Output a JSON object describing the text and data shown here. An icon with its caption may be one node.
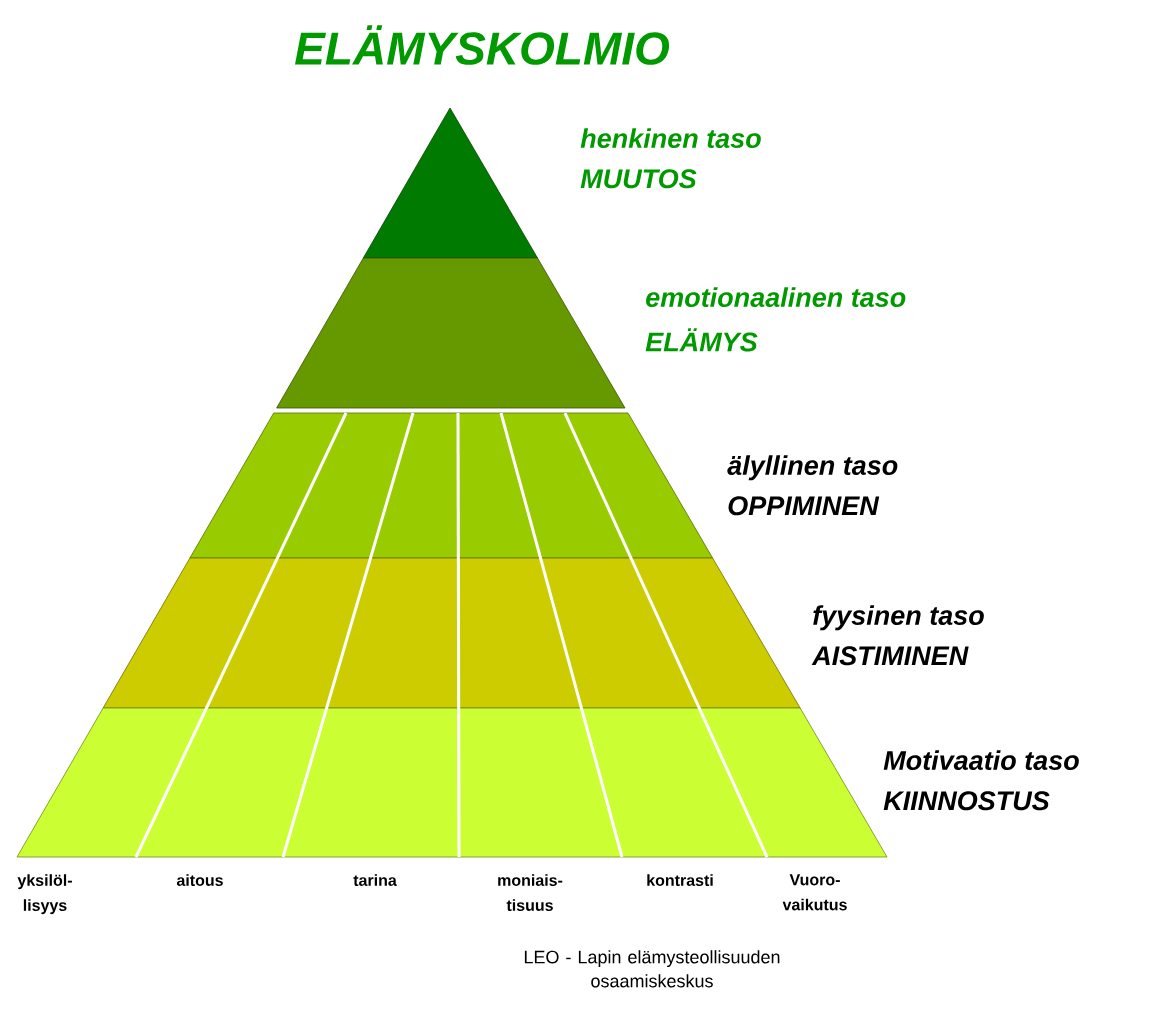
{
  "diagram": {
    "title": "ELÄMYSKOLMIO",
    "nodes": [
      {
        "text": [],
        "shape": "triangle",
        "beside": [
          "henkinen taso",
          "MUUTOS"
        ]
      },
      {
        "text": [],
        "shape": "trapezoid",
        "beside": [
          "emotionaalinen taso",
          "ELÄMYS"
        ]
      },
      {
        "text": [],
        "shape": "trapezoid",
        "beside": [
          "älyllinen taso",
          "OPPIMINEN"
        ]
      },
      {
        "text": [],
        "shape": "trapezoid",
        "beside": [
          "fyysinen taso",
          "AISTIMINEN"
        ]
      },
      {
        "text": [],
        "shape": "trapezoid",
        "beside": [
          "Motivaatio taso",
          "KIINNOSTUS"
        ]
      }
    ],
    "labels": [
      "yksilöl- lisyys",
      "aitous",
      "tarina",
      "moniais- tisuus",
      "kontrasti",
      "Vuoro- vaikutus",
      "LEO - Lapin elämysteollisuuden osaamiskeskus"
    ]
  }
}
